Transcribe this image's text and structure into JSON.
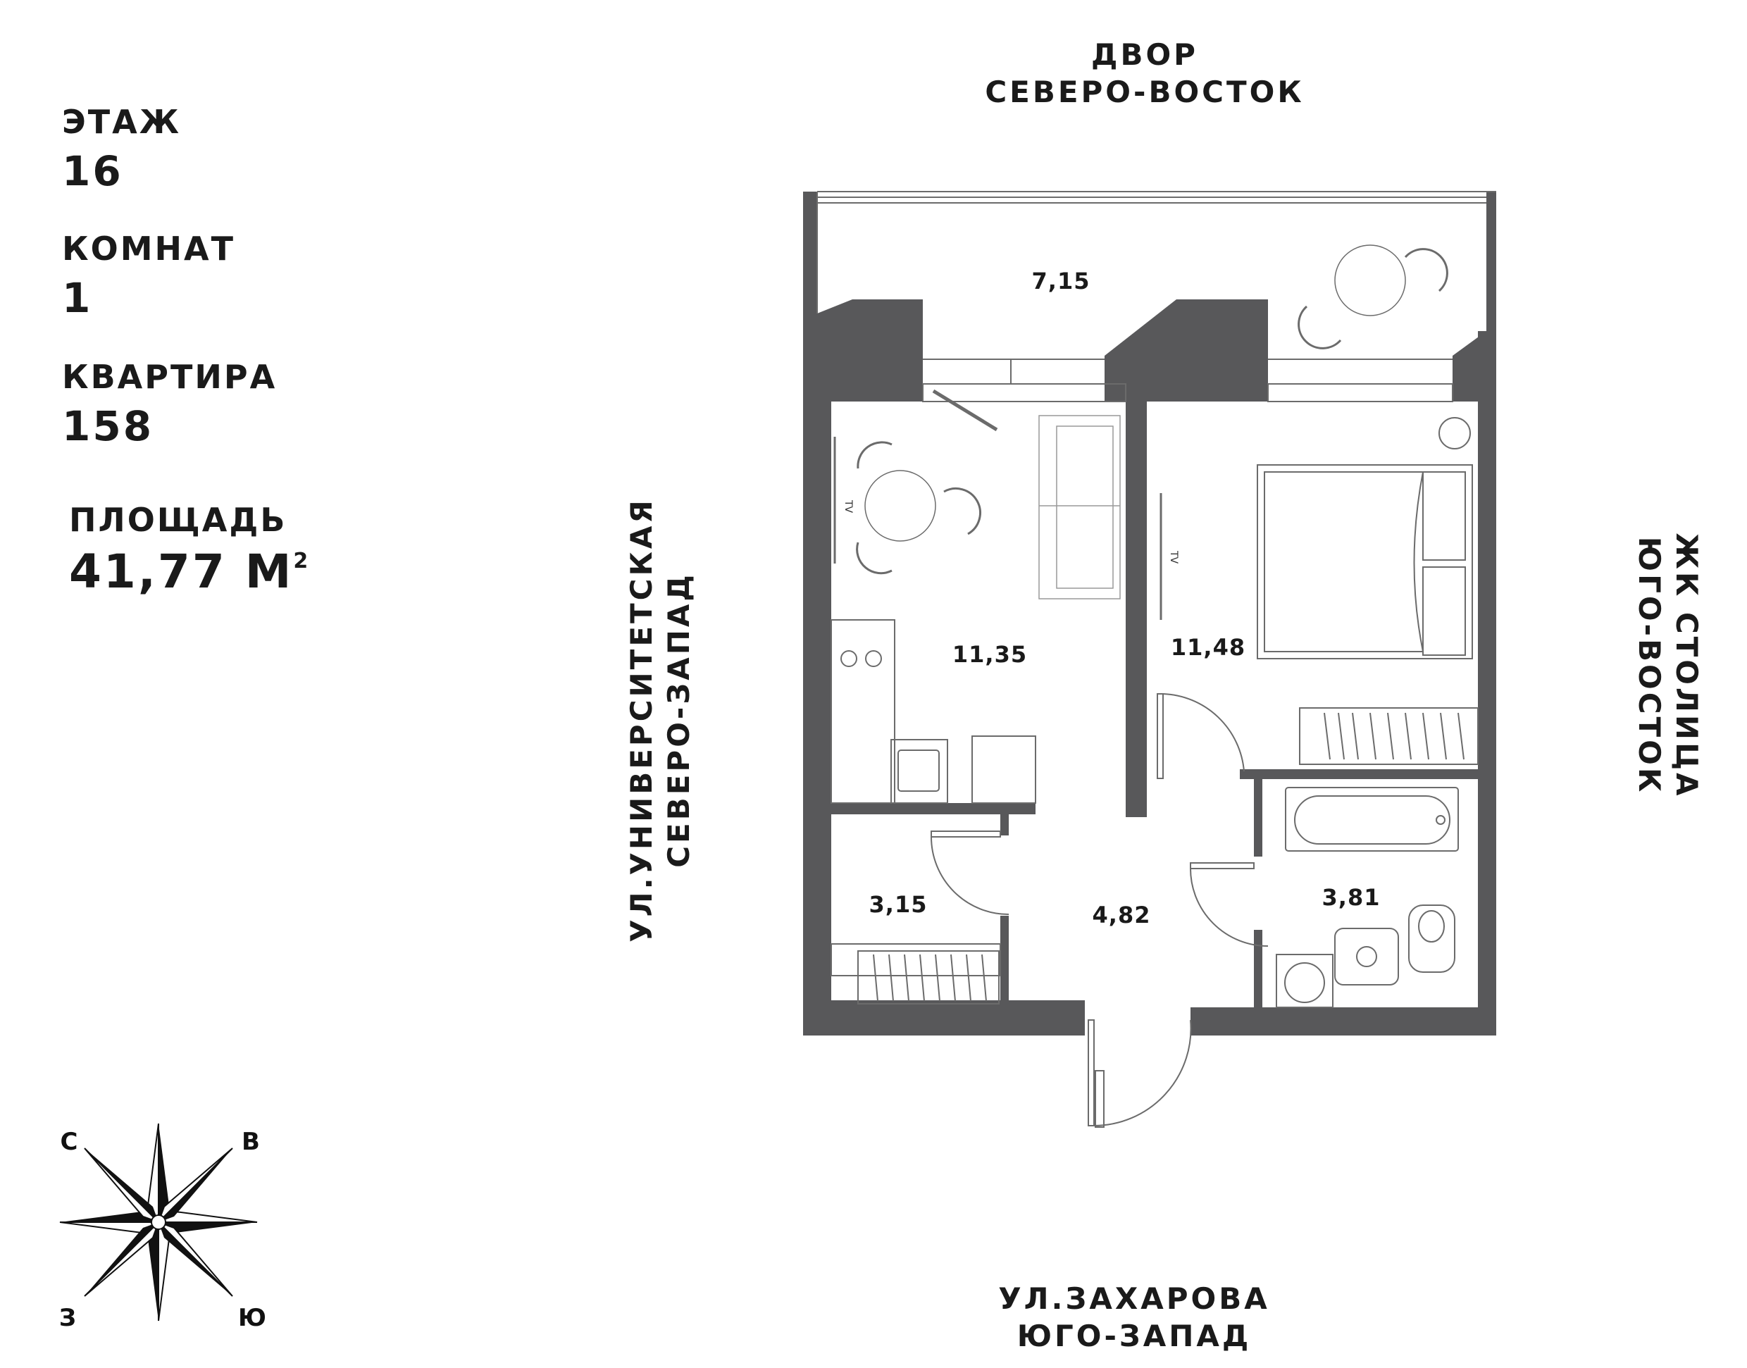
{
  "apartment": {
    "floor_label": "ЭТАЖ",
    "floor_value": "16",
    "rooms_label": "КОМНАТ",
    "rooms_value": "1",
    "apartment_label": "КВАРТИРА",
    "apartment_value": "158",
    "area_label": "ПЛОЩАДЬ",
    "area_value": "41,77 М",
    "area_unit_sup": "2"
  },
  "orientation": {
    "top_line1": "ДВОР",
    "top_line2": "СЕВЕРО-ВОСТОК",
    "left_line1": "УЛ.УНИВЕРСИТЕТСКАЯ",
    "left_line2": "СЕВЕРО-ЗАПАД",
    "right_line1": "ЖК СТОЛИЦА",
    "right_line2": "ЮГО-ВОСТОК",
    "bottom_line1": "УЛ.ЗАХАРОВА",
    "bottom_line2": "ЮГО-ЗАПАД"
  },
  "rooms": {
    "balcony": "7,15",
    "kitchen_living": "11,35",
    "bedroom": "11,48",
    "storage": "3,15",
    "hall": "4,82",
    "bathroom": "3,81"
  },
  "furniture_labels": {
    "tv_kitchen": "TV",
    "tv_bedroom": "TV"
  },
  "compass": {
    "north": "С",
    "east": "В",
    "west": "З",
    "south": "Ю"
  },
  "colors": {
    "wall": "#58585a",
    "line": "#6b6b6b",
    "text": "#1a1a1a"
  }
}
